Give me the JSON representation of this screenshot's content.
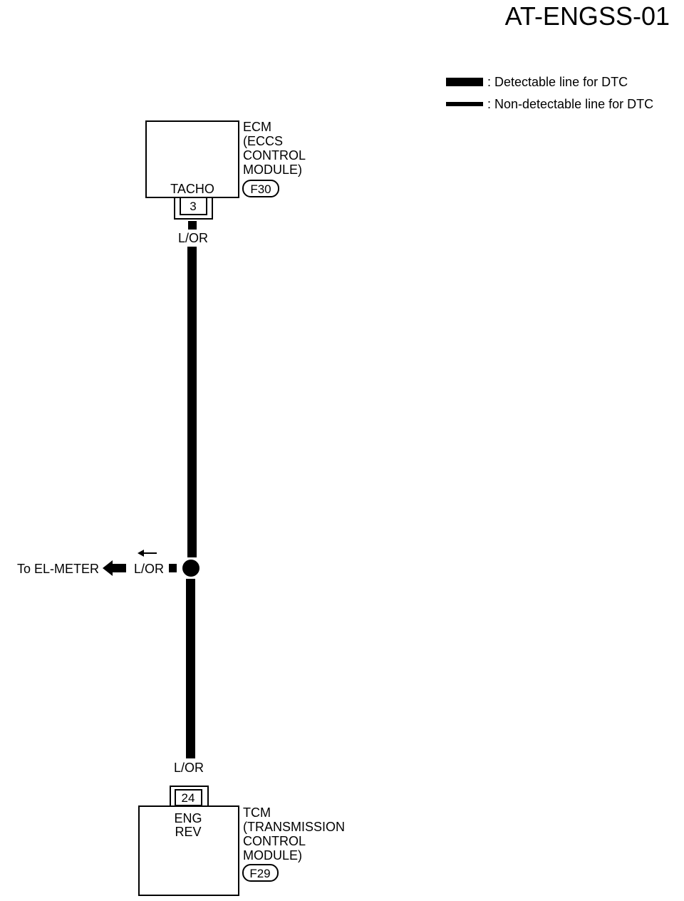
{
  "diagram_id": "AT-ENGSS-01",
  "legend": {
    "detectable": ": Detectable line for DTC",
    "non_detectable": ": Non-detectable line for DTC"
  },
  "ecm": {
    "lines": [
      "ECM",
      "(ECCS",
      "CONTROL",
      "MODULE)"
    ],
    "terminal_name": "TACHO",
    "pin": "3",
    "connector": "F30"
  },
  "tcm": {
    "lines": [
      "TCM",
      "(TRANSMISSION",
      "CONTROL",
      "MODULE)"
    ],
    "terminal_name_lines": [
      "ENG",
      "REV"
    ],
    "pin": "24",
    "connector": "F29"
  },
  "wire_color": "L/OR",
  "branch": {
    "destination": "To EL-METER",
    "wire_color": "L/OR"
  },
  "colors": {
    "line": "#000000",
    "background": "#ffffff"
  }
}
